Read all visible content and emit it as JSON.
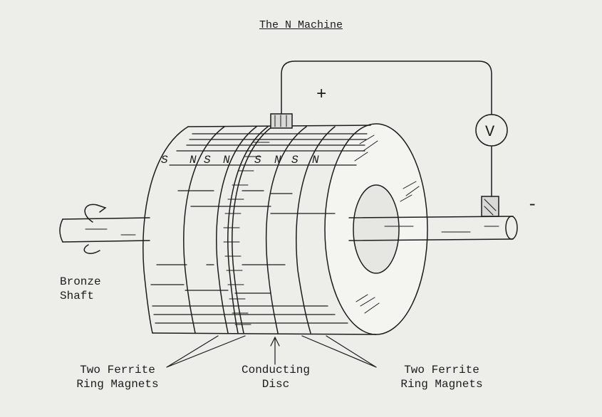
{
  "title": "The N Machine",
  "polarity": {
    "plus": "+",
    "minus": "-"
  },
  "meter": {
    "symbol": "V"
  },
  "pole_labels": [
    "S",
    "N",
    "S",
    "N",
    "S",
    "N",
    "S",
    "N"
  ],
  "labels": {
    "shaft_line1": "Bronze",
    "shaft_line2": "Shaft",
    "left_magnets_line1": "Two Ferrite",
    "left_magnets_line2": "Ring Magnets",
    "disc_line1": "Conducting",
    "disc_line2": "Disc",
    "right_magnets_line1": "Two Ferrite",
    "right_magnets_line2": "Ring Magnets"
  },
  "colors": {
    "ink": "#1c1c1c",
    "paper": "#ededea"
  }
}
